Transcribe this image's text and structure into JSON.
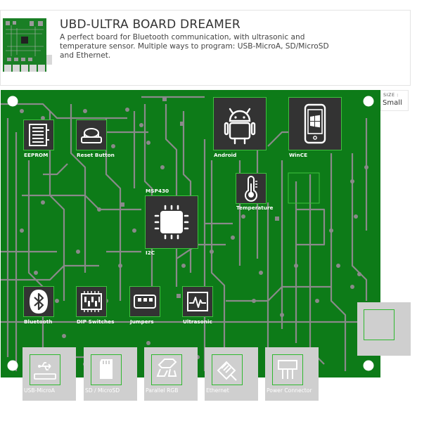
{
  "header": {
    "title": "UBD-ULTRA BOARD DREAMER",
    "description": "A perfect board for Bluetooth communication, with ultrasonic and temperature sensor. Multiple ways to program: USB-MicroA, SD/MicroSD and Ethernet."
  },
  "size": {
    "label": "SIZE :",
    "value": "Small"
  },
  "components": {
    "eeprom": "EEPROM",
    "reset_button": "Reset Button",
    "android": "Android",
    "wince": "WinCE",
    "temperature": "Temperature",
    "msp430": "MSP430",
    "i2c": "I2C",
    "bluetooth": "Bluetooth",
    "dip_switches": "DIP Switches",
    "jumpers": "Jumpers",
    "ultrasonic": "Ultrasonic"
  },
  "connectors": {
    "usb_microa": "USB-MicroA",
    "sd_microsd": "SD / MicroSD",
    "parallel_rgb": "Parallel RGB",
    "ethernet": "Ethernet",
    "power_connector": "Power Connector"
  },
  "colors": {
    "board": "#0d7b18",
    "trace": "#8a8a8a",
    "component": "#333333",
    "highlight": "#3ec33e",
    "connector": "#cfcfcf"
  }
}
